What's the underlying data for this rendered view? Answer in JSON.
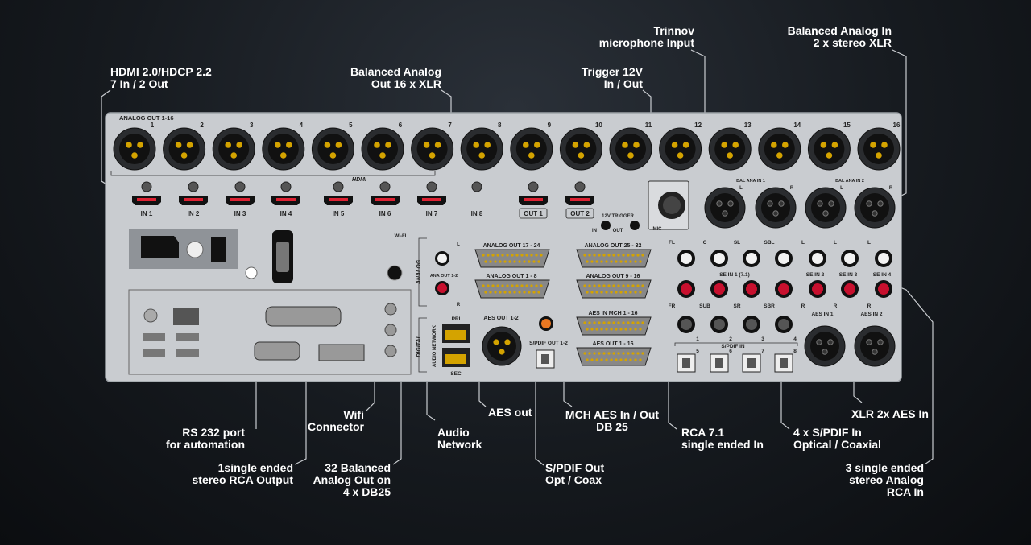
{
  "callouts": {
    "hdmi": "HDMI 2.0/HDCP 2.2\n7 In / 2 Out",
    "bal_analog_out": "Balanced Analog\nOut 16 x XLR",
    "trigger": "Trigger 12V\nIn / Out",
    "trinnov_mic": "Trinnov\nmicrophone Input",
    "bal_analog_in": "Balanced Analog In\n2 x stereo XLR",
    "rs232": "RS 232 port\nfor automation",
    "rca_out": "1single ended\nstereo RCA Output",
    "wifi": "Wifi\nConnector",
    "db25_out": "32 Balanced\nAnalog Out on\n4 x DB25",
    "audio_network": "Audio\nNetwork",
    "aes_out": "AES out",
    "spdif_out": "S/PDIF Out\nOpt / Coax",
    "mch_aes": "MCH AES In / Out\nDB 25",
    "rca71": "RCA 7.1\nsingle ended In",
    "spdif_in": "4 x S/PDIF In\nOptical / Coaxial",
    "xlr_aes_in": "XLR 2x AES In",
    "se_analog_in": "3 single ended\nstereo Analog\nRCA In"
  },
  "panel": {
    "analog_out_header": "ANALOG OUT 1-16",
    "xlr_numbers": [
      "1",
      "2",
      "3",
      "4",
      "5",
      "6",
      "7",
      "8",
      "9",
      "10",
      "11",
      "12",
      "13",
      "14",
      "15",
      "16"
    ],
    "hdmi_label": "HDMI",
    "hdmi_ports": [
      "IN 1",
      "IN 2",
      "IN 3",
      "IN 4",
      "IN 5",
      "IN 6",
      "IN 7",
      "IN 8",
      "OUT 1",
      "OUT 2"
    ],
    "trigger_label": "12V TRIGGER",
    "trigger_in": "IN",
    "trigger_out": "OUT",
    "mic_label": "MIC",
    "bal_ana_in1": "BAL ANA IN 1",
    "bal_ana_in2": "BAL ANA IN 2",
    "lr_l": "L",
    "lr_r": "R",
    "wifi_label": "WI-FI",
    "analog_label": "ANALOG",
    "ana_out_label": "ANA OUT 1-2",
    "db25_17_24": "ANALOG OUT  17 - 24",
    "db25_25_32": "ANALOG OUT  25 - 32",
    "db25_1_8": "ANALOG OUT  1 - 8",
    "db25_9_16": "ANALOG OUT  9 - 16",
    "aes_in_mch": "AES IN MCH  1 - 16",
    "aes_out_1_16": "AES OUT  1 - 16",
    "digital_label": "DIGITAL",
    "audio_network_label": "AUDIO NETWORK",
    "pri": "PRI",
    "sec": "SEC",
    "aes_out_12": "AES OUT 1-2",
    "spdif_out_12": "S/PDIF OUT 1-2",
    "rca_top": [
      "FL",
      "C",
      "SL",
      "SBL",
      "L",
      "L",
      "L"
    ],
    "se_in_71": "SE IN 1 (7.1)",
    "se_in": [
      "SE IN 2",
      "SE IN 3",
      "SE IN 4"
    ],
    "rca_mid": [
      "FR",
      "SUB",
      "SR",
      "SBR",
      "R",
      "R",
      "R"
    ],
    "spdif_coax_nums": [
      "1",
      "2",
      "3",
      "4"
    ],
    "spdif_in": "S/PDIF IN",
    "spdif_opt_nums": [
      "5",
      "6",
      "7",
      "8"
    ],
    "aes_in_1": "AES IN 1",
    "aes_in_2": "AES IN 2"
  },
  "colors": {
    "panel": "#c9ccd0",
    "panel_edge": "#9ea3a8",
    "xlr_gold": "#d4a300",
    "rca_red": "#c8102e",
    "rca_white": "#f2f2f2",
    "spdif_orange": "#e87722",
    "callout_line": "#c9ccd0"
  }
}
